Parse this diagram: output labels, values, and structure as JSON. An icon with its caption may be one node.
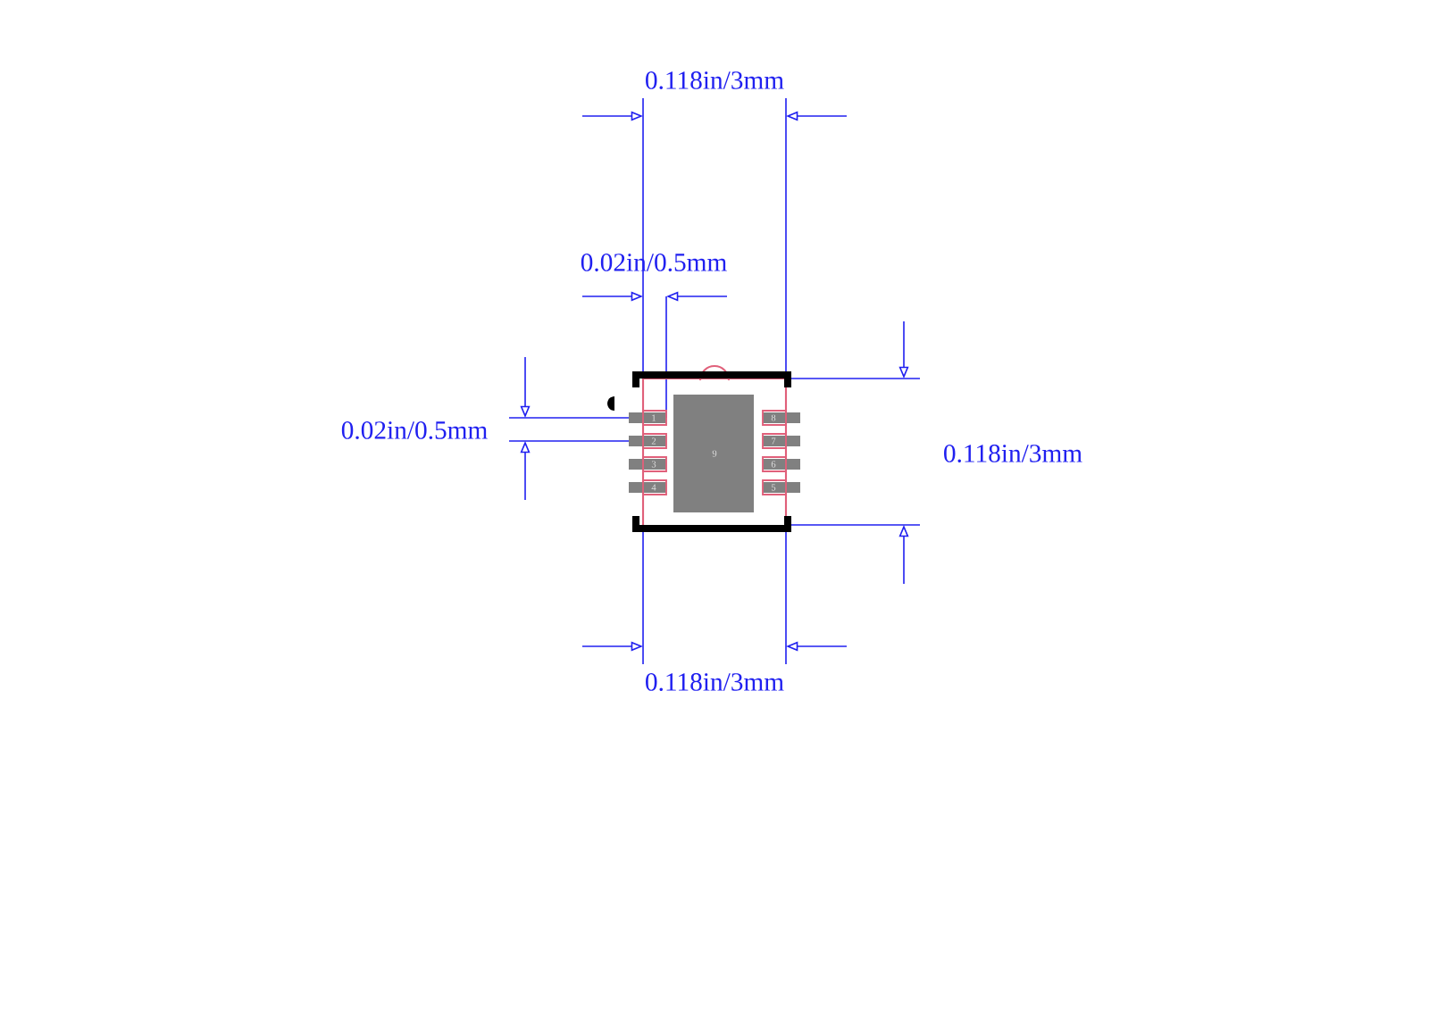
{
  "diagram": {
    "labels": [
      "0.118in/3mm",
      "0.02in/0.5mm",
      "0.02in/0.5mm",
      "0.118in/3mm",
      "1",
      "2",
      "3",
      "4",
      "9",
      "8",
      "7",
      "6",
      "5",
      "0.118in/3mm"
    ]
  }
}
